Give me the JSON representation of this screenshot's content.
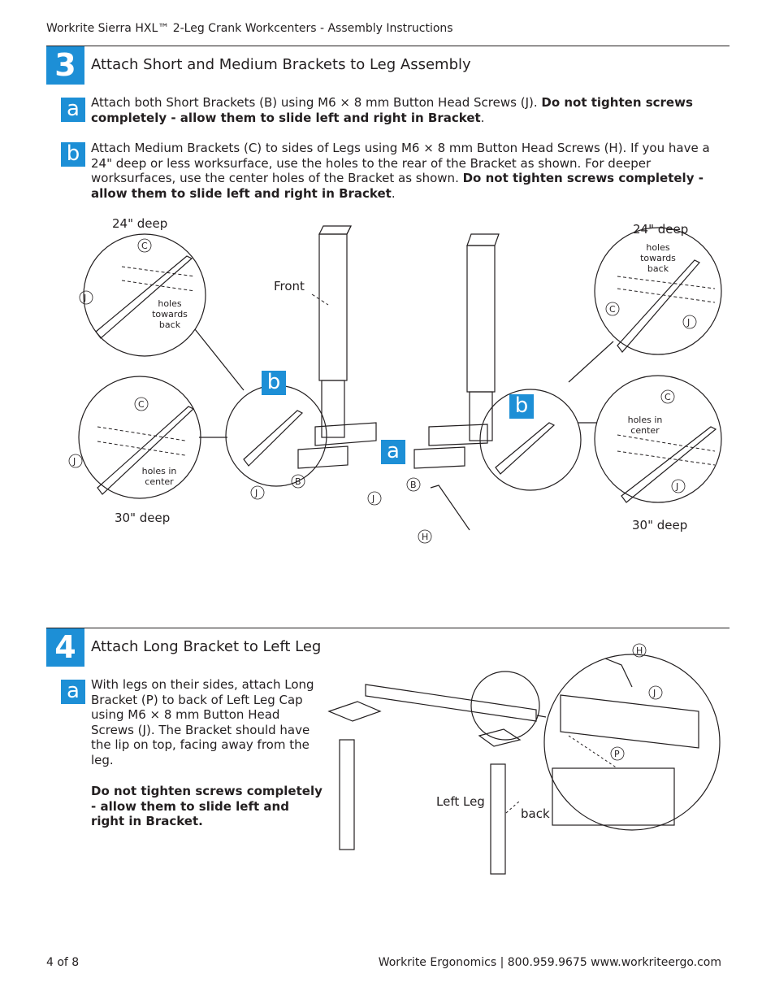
{
  "header": "Workrite Sierra HXL™ 2-Leg Crank Workcenters - Assembly Instructions",
  "step3": {
    "number": "3",
    "title": "Attach Short and Medium Brackets to Leg Assembly",
    "a": {
      "label": "a",
      "text": "Attach both Short Brackets (B) using M6 × 8 mm Button Head Screws (J). ",
      "bold": "Do not tighten screws completely - allow them to slide left and right in Bracket",
      "end": "."
    },
    "b": {
      "label": "b",
      "text": "Attach Medium Brackets (C) to sides of Legs using M6 × 8 mm Button Head Screws (H). If you have a 24\" deep or less worksurface, use the holes to the rear of the Bracket as shown. For deeper worksurfaces, use the center holes of the Bracket as shown. ",
      "bold": "Do not tighten screws completely - allow them to slide left and right in Bracket",
      "end": "."
    },
    "diagram": {
      "deep24": "24\" deep",
      "deep30": "30\" deep",
      "holes_back": "holes towards back",
      "holes_center": "holes in center",
      "front": "Front",
      "badge_a": "a",
      "badge_b": "b",
      "parts": {
        "C": "C",
        "J": "J",
        "B": "B",
        "H": "H"
      }
    }
  },
  "step4": {
    "number": "4",
    "title": "Attach Long Bracket to Left Leg",
    "a": {
      "label": "a",
      "text": "With legs on their sides, attach Long Bracket (P) to back of Left Leg Cap using M6 × 8 mm Button Head Screws (J). The Bracket should have the lip on top, facing away from the leg.",
      "bold": "Do not tighten screws completely - allow them to slide left and right in Bracket."
    },
    "diagram": {
      "left_leg": "Left Leg",
      "back": "back",
      "parts": {
        "H": "H",
        "J": "J",
        "P": "P"
      }
    }
  },
  "footer": {
    "page": "4 of 8",
    "company": "Workrite Ergonomics  |  800.959.9675  www.workriteergo.com"
  },
  "colors": {
    "accent": "#1d8fd6",
    "text": "#231f20"
  }
}
